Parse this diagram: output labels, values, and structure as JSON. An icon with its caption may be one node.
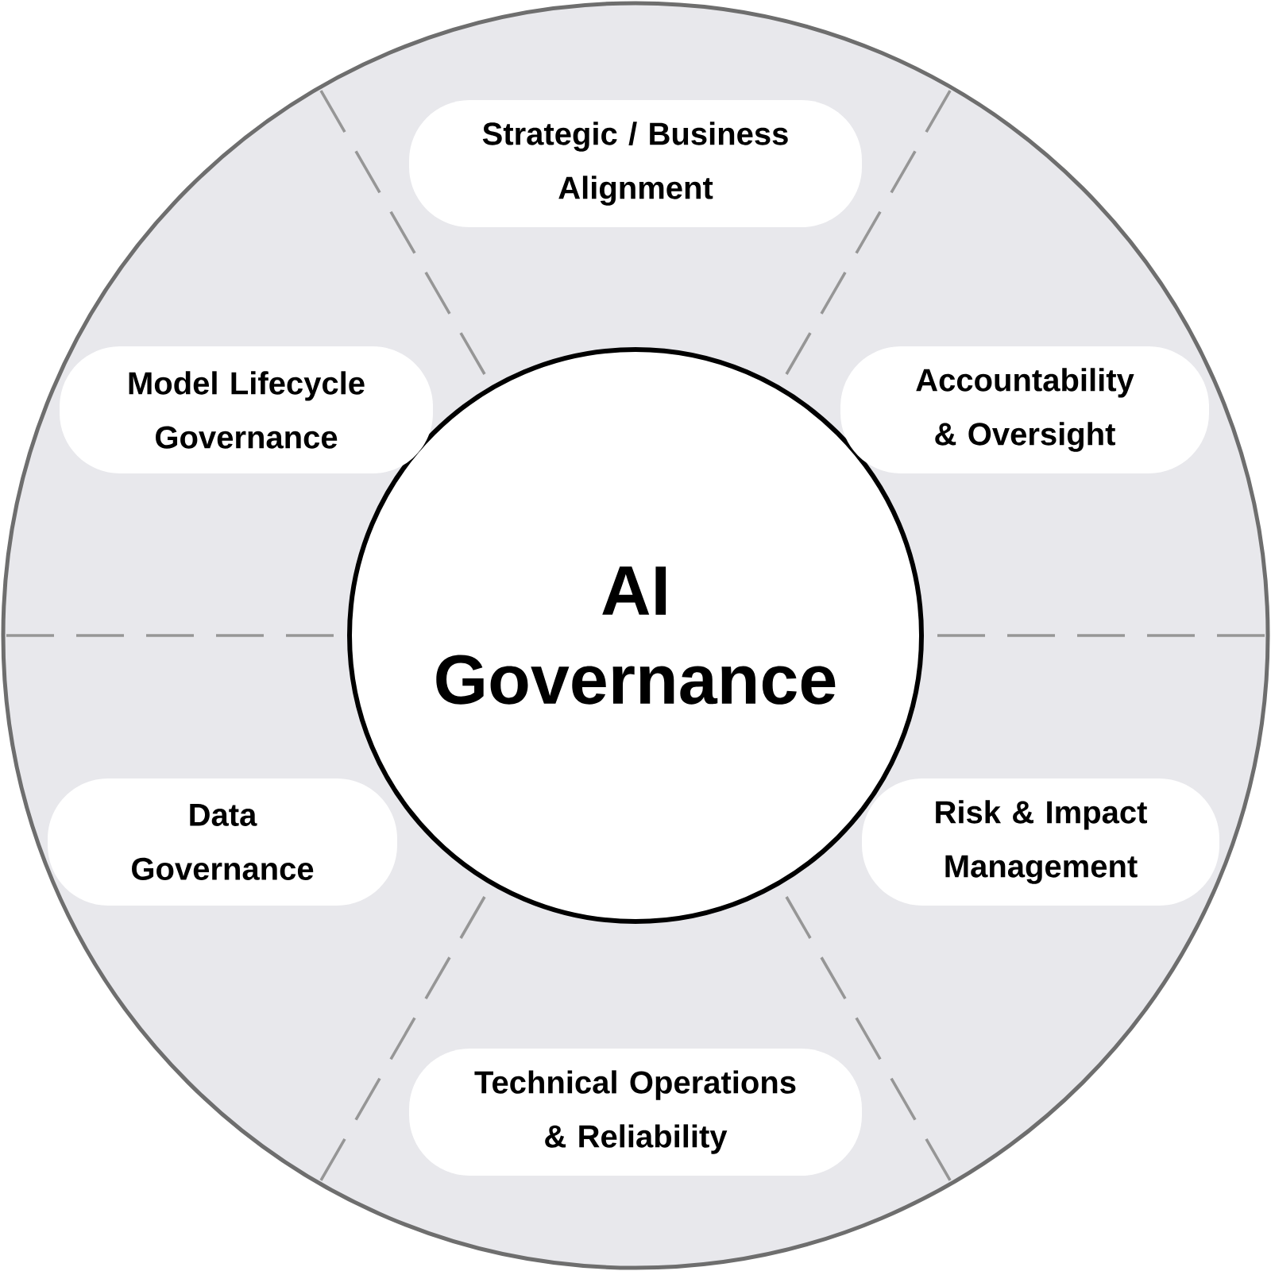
{
  "diagram": {
    "nodes": [
      {
        "text": [],
        "shape": "circle"
      },
      {
        "text": [
          "AI Governance"
        ],
        "in": 0
      },
      {
        "text": [
          "Strategic / Business Alignment"
        ],
        "in": 0
      },
      {
        "text": [
          "Model Lifecycle Governance"
        ],
        "in": 0
      },
      {
        "text": [
          "Accountability & Oversight"
        ],
        "in": 0
      },
      {
        "text": [
          "Data Governance"
        ],
        "in": 0
      },
      {
        "text": [
          "Risk & Impact Management"
        ],
        "in": 0
      },
      {
        "text": [
          "Technical Operations & Reliability"
        ],
        "in": 0
      }
    ]
  }
}
